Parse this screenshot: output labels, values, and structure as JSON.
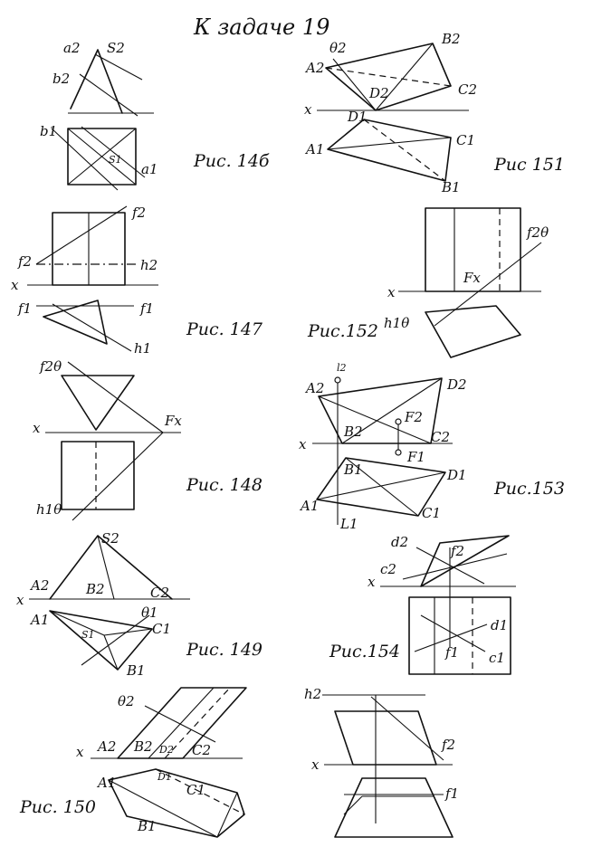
{
  "title": "К задаче 19",
  "figures": {
    "f146": {
      "caption": "Рис. 14б",
      "labels": {
        "a2": "a2",
        "S2": "S2",
        "b2": "b2",
        "b1": "b1",
        "S1": "S1",
        "a1": "a1"
      }
    },
    "f147": {
      "caption": "Рис. 147",
      "labels": {
        "f2_top": "f2",
        "f2_left": "f2",
        "h2": "h2",
        "x": "x",
        "f1_left": "f1",
        "f1_right": "f1",
        "h1": "h1"
      }
    },
    "f148": {
      "caption": "Рис. 148",
      "labels": {
        "f2": "f2θ",
        "x": "x",
        "Fx": "Fx",
        "h1": "h1θ"
      }
    },
    "f149": {
      "caption": "Рис. 149",
      "labels": {
        "S2": "S2",
        "x": "x",
        "A2": "A2",
        "B2": "B2",
        "C2": "C2",
        "A1": "A1",
        "S1": "S1",
        "th1": "θ1",
        "C1": "C1",
        "B1": "B1"
      }
    },
    "f150": {
      "caption": "Рис. 150",
      "labels": {
        "th2": "θ2",
        "x": "x",
        "A2": "A2",
        "B2": "B2",
        "D2": "D2",
        "C2": "C2",
        "A1": "A1",
        "D1": "D1",
        "C1": "C1",
        "B1": "B1"
      }
    },
    "f151": {
      "caption": "Рис 151",
      "labels": {
        "th2": "θ2",
        "B2": "B2",
        "A2": "A2",
        "D2": "D2",
        "C2": "C2",
        "x": "x",
        "D1": "D1",
        "A1": "A1",
        "C1": "C1",
        "B1": "B1"
      }
    },
    "f152": {
      "caption": "Рис.152",
      "labels": {
        "f2": "f2θ",
        "Fx": "Fx",
        "x": "x",
        "h1": "h1θ"
      }
    },
    "f153": {
      "caption": "Рис.153",
      "labels": {
        "A2": "A2",
        "l2": "l2",
        "D2": "D2",
        "F2": "F2",
        "x": "x",
        "B2": "B2",
        "C2": "C2",
        "F1": "F1",
        "B1": "B1",
        "D1": "D1",
        "A1": "A1",
        "C1": "C1",
        "L1": "L1"
      }
    },
    "f154": {
      "caption": "Рис.154",
      "labels": {
        "d2": "d2",
        "f2": "f2",
        "c2": "c2",
        "x": "x",
        "d1": "d1",
        "f1": "f1",
        "c1": "c1"
      }
    },
    "f155": {
      "labels": {
        "h2": "h2",
        "f2": "f2",
        "x": "x",
        "f1": "f1"
      }
    }
  }
}
